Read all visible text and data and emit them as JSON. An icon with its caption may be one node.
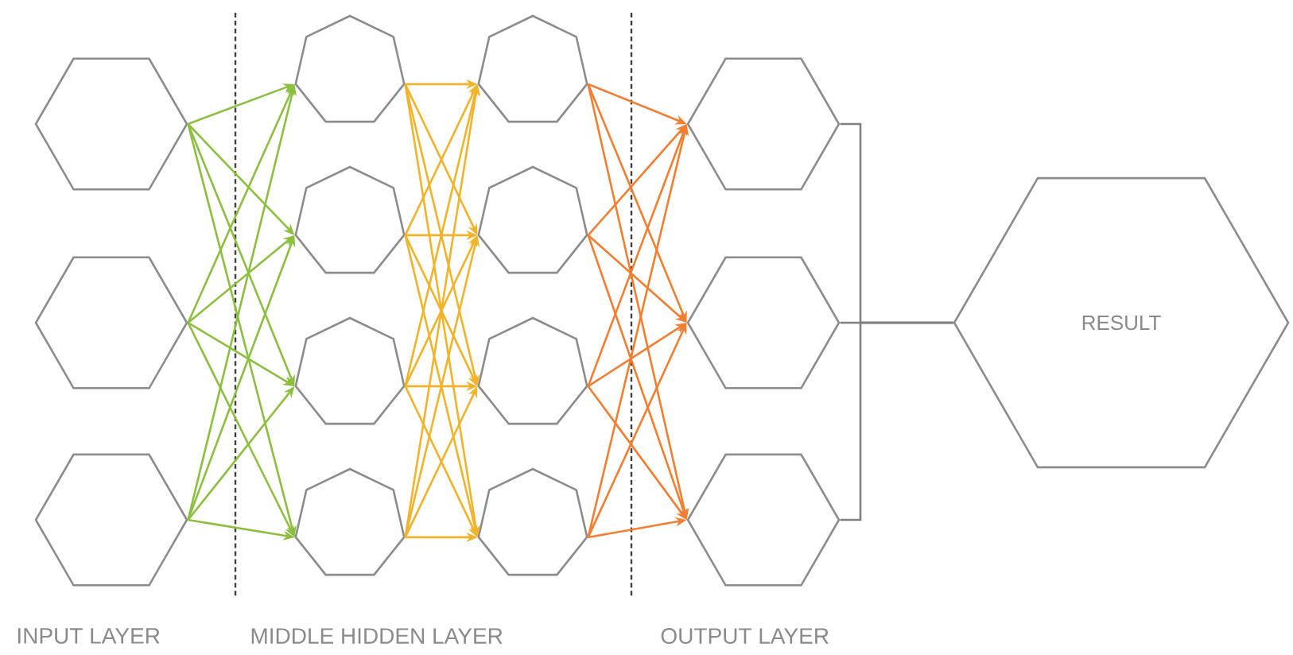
{
  "diagram": {
    "nodes": [
      {
        "text": [],
        "shape": "hexagon"
      },
      {
        "text": [],
        "shape": "hexagon"
      },
      {
        "text": [],
        "shape": "hexagon"
      },
      {
        "text": [],
        "shape": "heptagon"
      },
      {
        "text": [],
        "shape": "heptagon"
      },
      {
        "text": [],
        "shape": "heptagon"
      },
      {
        "text": [],
        "shape": "heptagon"
      },
      {
        "text": [],
        "shape": "heptagon"
      },
      {
        "text": [],
        "shape": "heptagon"
      },
      {
        "text": [],
        "shape": "heptagon"
      },
      {
        "text": [],
        "shape": "heptagon"
      },
      {
        "text": [],
        "shape": "hexagon"
      },
      {
        "text": [],
        "shape": "hexagon"
      },
      {
        "text": [],
        "shape": "hexagon"
      },
      {
        "text": [
          "RESULT"
        ]
      }
    ],
    "edges": [
      {
        "from": 0,
        "to": 3,
        "arrow": "to",
        "color": "#8cbf3f"
      },
      {
        "from": 0,
        "to": 4,
        "arrow": "to",
        "color": "#8cbf3f"
      },
      {
        "from": 0,
        "to": 5,
        "arrow": "to",
        "color": "#8cbf3f"
      },
      {
        "from": 0,
        "to": 6,
        "arrow": "to",
        "color": "#8cbf3f"
      },
      {
        "from": 1,
        "to": 3,
        "arrow": "to",
        "color": "#8cbf3f"
      },
      {
        "from": 1,
        "to": 4,
        "arrow": "to",
        "color": "#8cbf3f"
      },
      {
        "from": 1,
        "to": 5,
        "arrow": "to",
        "color": "#8cbf3f"
      },
      {
        "from": 1,
        "to": 6,
        "arrow": "to",
        "color": "#8cbf3f"
      },
      {
        "from": 2,
        "to": 3,
        "arrow": "to",
        "color": "#8cbf3f"
      },
      {
        "from": 2,
        "to": 4,
        "arrow": "to",
        "color": "#8cbf3f"
      },
      {
        "from": 2,
        "to": 5,
        "arrow": "to",
        "color": "#8cbf3f"
      },
      {
        "from": 2,
        "to": 6,
        "arrow": "to",
        "color": "#8cbf3f"
      },
      {
        "from": 3,
        "to": 7,
        "arrow": "to"
      },
      {
        "from": 3,
        "to": 8,
        "arrow": "to"
      },
      {
        "from": 3,
        "to": 9,
        "arrow": "to"
      },
      {
        "from": 3,
        "to": 10,
        "arrow": "to"
      },
      {
        "from": 4,
        "to": 7,
        "arrow": "to"
      },
      {
        "from": 4,
        "to": 8,
        "arrow": "to"
      },
      {
        "from": 4,
        "to": 9,
        "arrow": "to"
      },
      {
        "from": 4,
        "to": 10,
        "arrow": "to"
      },
      {
        "from": 5,
        "to": 7,
        "arrow": "to"
      },
      {
        "from": 5,
        "to": 8,
        "arrow": "to"
      },
      {
        "from": 5,
        "to": 9,
        "arrow": "to"
      },
      {
        "from": 5,
        "to": 10,
        "arrow": "to"
      },
      {
        "from": 6,
        "to": 7,
        "arrow": "to"
      },
      {
        "from": 6,
        "to": 8,
        "arrow": "to"
      },
      {
        "from": 6,
        "to": 9,
        "arrow": "to"
      },
      {
        "from": 6,
        "to": 10,
        "arrow": "to"
      },
      {
        "from": 7,
        "to": 11,
        "arrow": "to",
        "color": "#f47d30"
      },
      {
        "from": 7,
        "to": 12,
        "arrow": "to",
        "color": "#f47d30"
      },
      {
        "from": 7,
        "to": 13,
        "arrow": "to",
        "color": "#f47d30"
      },
      {
        "from": 8,
        "to": 11,
        "arrow": "to",
        "color": "#f47d30"
      },
      {
        "from": 8,
        "to": 12,
        "arrow": "to",
        "color": "#f47d30"
      },
      {
        "from": 8,
        "to": 13,
        "arrow": "to",
        "color": "#f47d30"
      },
      {
        "from": 9,
        "to": 11,
        "arrow": "to",
        "color": "#f47d30"
      },
      {
        "from": 9,
        "to": 12,
        "arrow": "to",
        "color": "#f47d30"
      },
      {
        "from": 9,
        "to": 13,
        "arrow": "to",
        "color": "#f47d30"
      },
      {
        "from": 10,
        "to": 11,
        "arrow": "to",
        "color": "#f47d30"
      },
      {
        "from": 10,
        "to": 12,
        "arrow": "to",
        "color": "#f47d30"
      },
      {
        "from": 10,
        "to": 13,
        "arrow": "to",
        "color": "#f47d30"
      },
      {
        "from": 11,
        "to": 14,
        "arrow": "none",
        "color": "#808080"
      },
      {
        "from": 12,
        "to": 14,
        "arrow": "none",
        "color": "#808080"
      },
      {
        "from": 13,
        "to": 14,
        "arrow": "none",
        "color": "#808080"
      }
    ],
    "labels": [
      "INPUT LAYER",
      "MIDDLE HIDDEN LAYER",
      "OUTPUT LAYER"
    ]
  }
}
